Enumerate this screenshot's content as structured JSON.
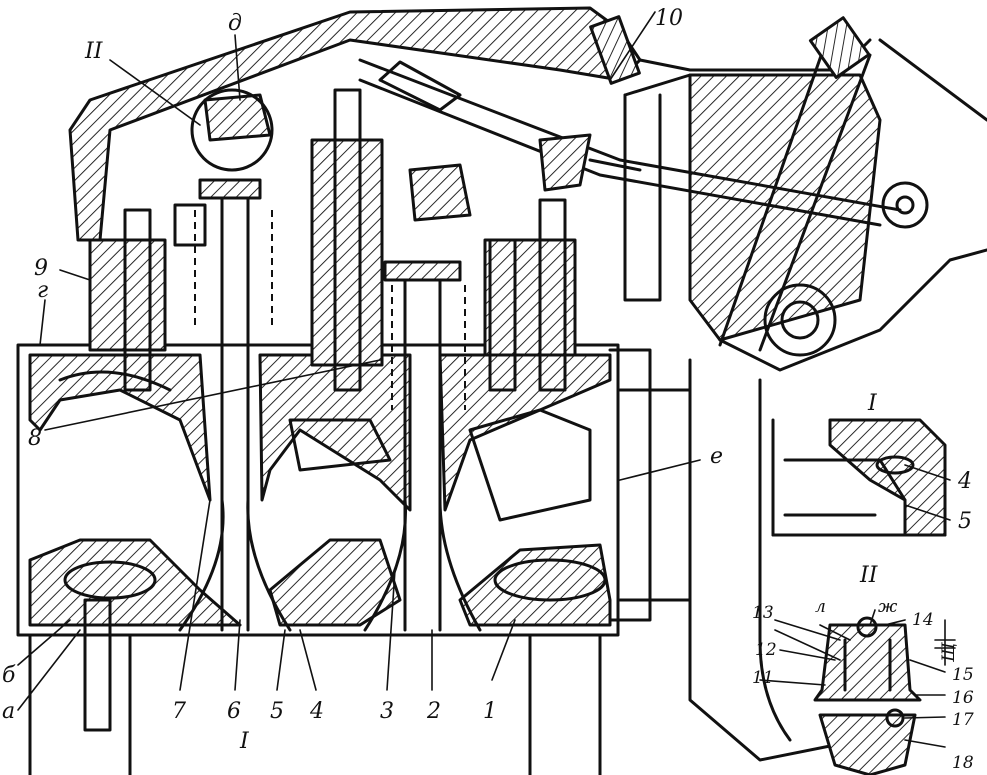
{
  "figure": {
    "callouts_main": {
      "c1": "1",
      "c2": "2",
      "c3": "3",
      "c4": "4",
      "c5": "5",
      "c6": "6",
      "c7": "7",
      "c8": "8",
      "c9": "9",
      "c10": "10",
      "ca": "а",
      "cb": "б",
      "cg": "г",
      "cd": "д",
      "ce": "е",
      "cI": "I",
      "cII": "II"
    },
    "detail_I": {
      "title": "I",
      "c4": "4",
      "c5": "5"
    },
    "detail_II": {
      "title": "II",
      "c11": "11",
      "c12": "12",
      "c13": "13",
      "c14": "14",
      "c15": "15",
      "c16": "16",
      "c17": "17",
      "c18": "18",
      "cl": "л",
      "czh": "ж",
      "csch": "Щ"
    }
  }
}
